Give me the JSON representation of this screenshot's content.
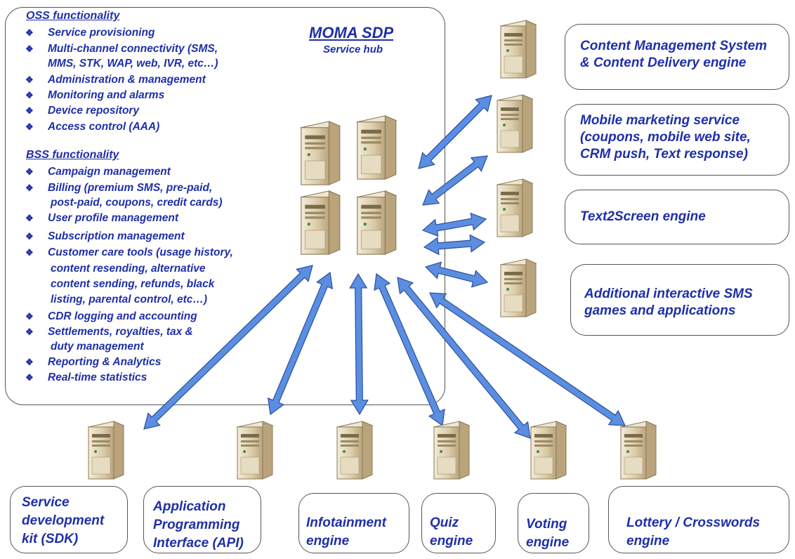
{
  "hub": {
    "title": "MOMA SDP",
    "subtitle": "Service hub"
  },
  "oss": {
    "heading": "OSS functionality",
    "items": [
      "Service provisioning",
      "Multi-channel connectivity (SMS,",
      "MMS, STK, WAP, web, IVR, etc…)",
      "Administration & management",
      "Monitoring and alarms",
      "Device repository",
      "Access control (AAA)"
    ]
  },
  "bss": {
    "heading": "BSS functionality",
    "items": [
      "Campaign management",
      "Billing (premium SMS,  pre-paid,",
      "post-paid, coupons, credit cards)",
      "User profile management",
      "Subscription management",
      "Customer care tools (usage history,",
      "content resending, alternative",
      "content sending, refunds,  black",
      "listing, parental control, etc…)",
      "CDR logging and accounting",
      "Settlements, royalties, tax &",
      "duty management",
      "Reporting & Analytics",
      "Real-time statistics"
    ]
  },
  "right": [
    {
      "line1": "Content Management System",
      "line2": "& Content Delivery engine",
      "line3": ""
    },
    {
      "line1": "Mobile marketing service",
      "line2": "(coupons, mobile web site,",
      "line3": "CRM push, Text response)"
    },
    {
      "line1": "Text2Screen engine",
      "line2": "",
      "line3": ""
    },
    {
      "line1": "Additional interactive SMS",
      "line2": "games and applications",
      "line3": ""
    }
  ],
  "bottom": [
    {
      "line1": "Service",
      "line2": "development",
      "line3": "kit  (SDK)"
    },
    {
      "line1": "Application",
      "line2": "Programming",
      "line3": "Interface (API)"
    },
    {
      "line1": "Infotainment",
      "line2": "engine",
      "line3": ""
    },
    {
      "line1": "Quiz",
      "line2": "engine",
      "line3": ""
    },
    {
      "line1": "Voting",
      "line2": "engine",
      "line3": ""
    },
    {
      "line1": "Lottery / Crosswords",
      "line2": "engine",
      "line3": ""
    }
  ],
  "colors": {
    "text": "#1f2fa8",
    "arrow": "#5b8ee0",
    "arrow_stroke": "#2a4f9e",
    "server": "#e8ddc4"
  }
}
